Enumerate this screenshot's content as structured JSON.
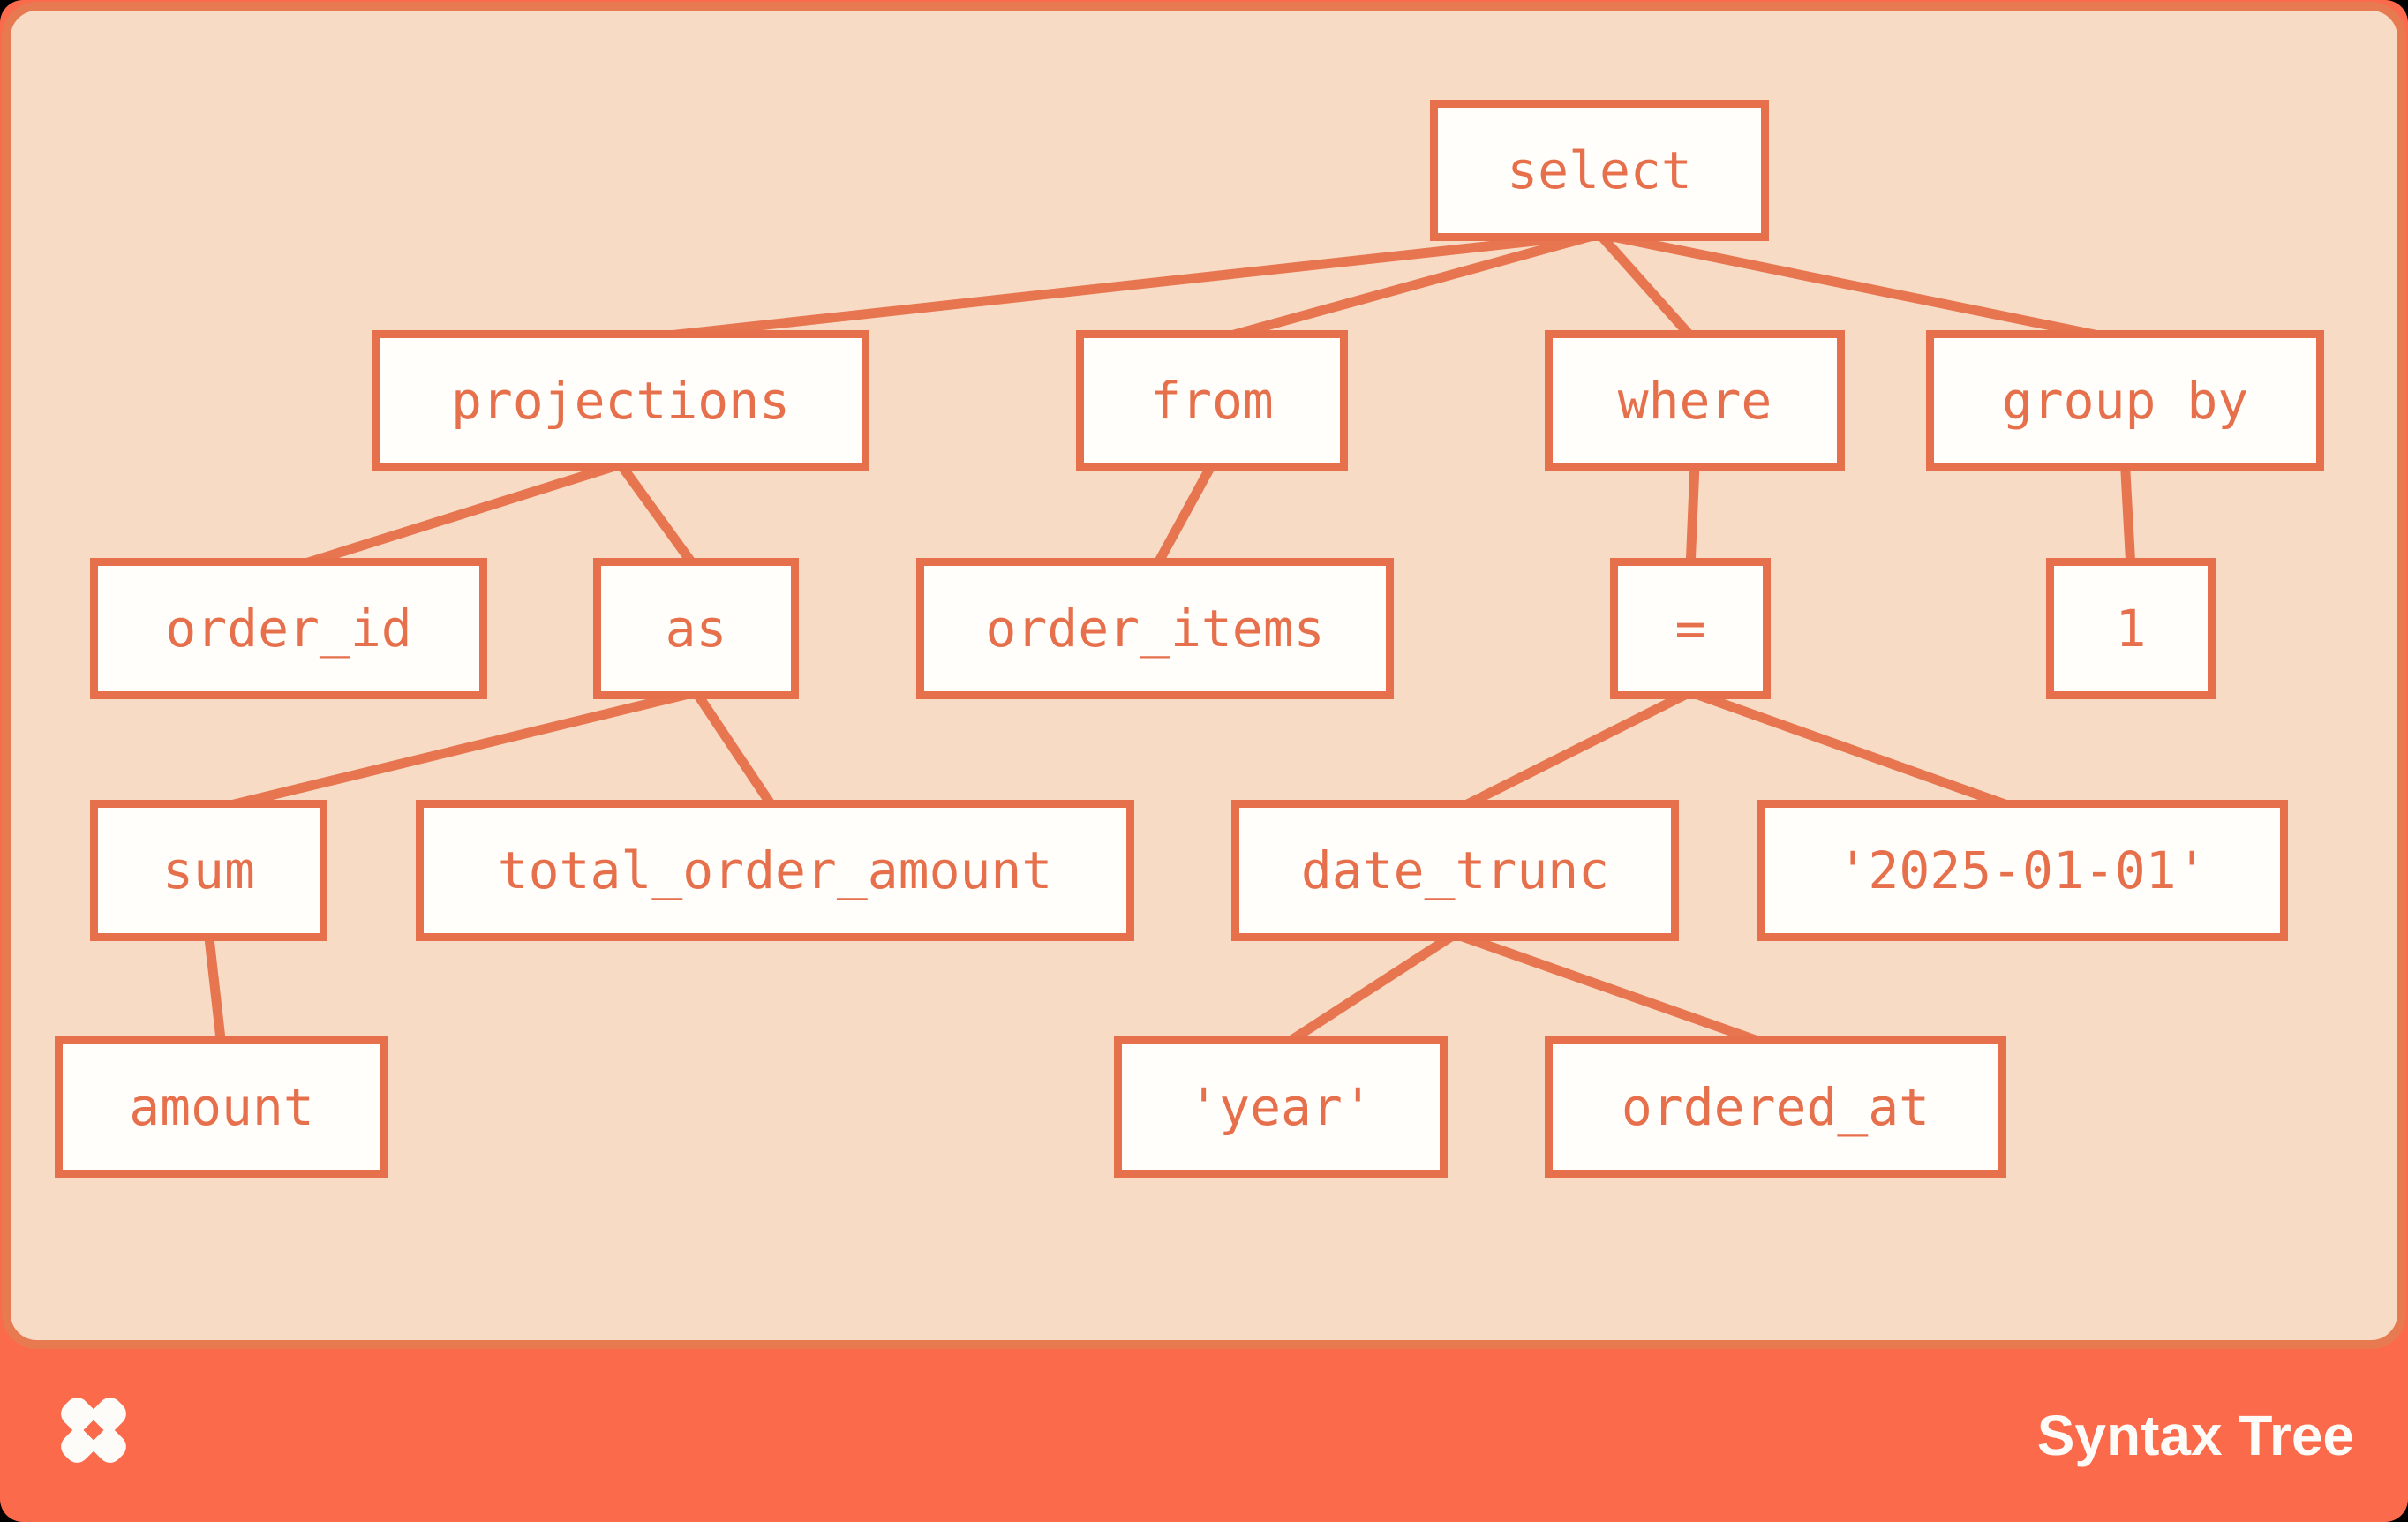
{
  "colors": {
    "canvas_orange": "#FB6A4B",
    "panel_peach": "#F8DBC5",
    "panel_border_orange": "#E87A52",
    "node_orange": "#E7704C",
    "node_fill": "#FFFEFB",
    "footer_text_white": "#FDFCF9"
  },
  "footer": {
    "brand_label": "Syntax Tree",
    "logo_icon": "pinwheel-x-logo"
  },
  "tree": {
    "nodes": [
      {
        "id": "select",
        "label": "select"
      },
      {
        "id": "projections",
        "label": "projections"
      },
      {
        "id": "from",
        "label": "from"
      },
      {
        "id": "where",
        "label": "where"
      },
      {
        "id": "group_by",
        "label": "group by"
      },
      {
        "id": "order_id",
        "label": "order_id"
      },
      {
        "id": "as",
        "label": "as"
      },
      {
        "id": "order_items",
        "label": "order_items"
      },
      {
        "id": "eq",
        "label": "="
      },
      {
        "id": "one",
        "label": "1"
      },
      {
        "id": "sum",
        "label": "sum"
      },
      {
        "id": "total_order_amount",
        "label": "total_order_amount"
      },
      {
        "id": "date_trunc",
        "label": "date_trunc"
      },
      {
        "id": "date_literal",
        "label": "'2025-01-01'"
      },
      {
        "id": "amount",
        "label": "amount"
      },
      {
        "id": "year_literal",
        "label": "'year'"
      },
      {
        "id": "ordered_at",
        "label": "ordered_at"
      }
    ],
    "edges": [
      [
        "select",
        "projections"
      ],
      [
        "select",
        "from"
      ],
      [
        "select",
        "where"
      ],
      [
        "select",
        "group_by"
      ],
      [
        "projections",
        "order_id"
      ],
      [
        "projections",
        "as"
      ],
      [
        "from",
        "order_items"
      ],
      [
        "where",
        "eq"
      ],
      [
        "group_by",
        "one"
      ],
      [
        "as",
        "sum"
      ],
      [
        "as",
        "total_order_amount"
      ],
      [
        "eq",
        "date_trunc"
      ],
      [
        "eq",
        "date_literal"
      ],
      [
        "sum",
        "amount"
      ],
      [
        "date_trunc",
        "year_literal"
      ],
      [
        "date_trunc",
        "ordered_at"
      ]
    ]
  }
}
